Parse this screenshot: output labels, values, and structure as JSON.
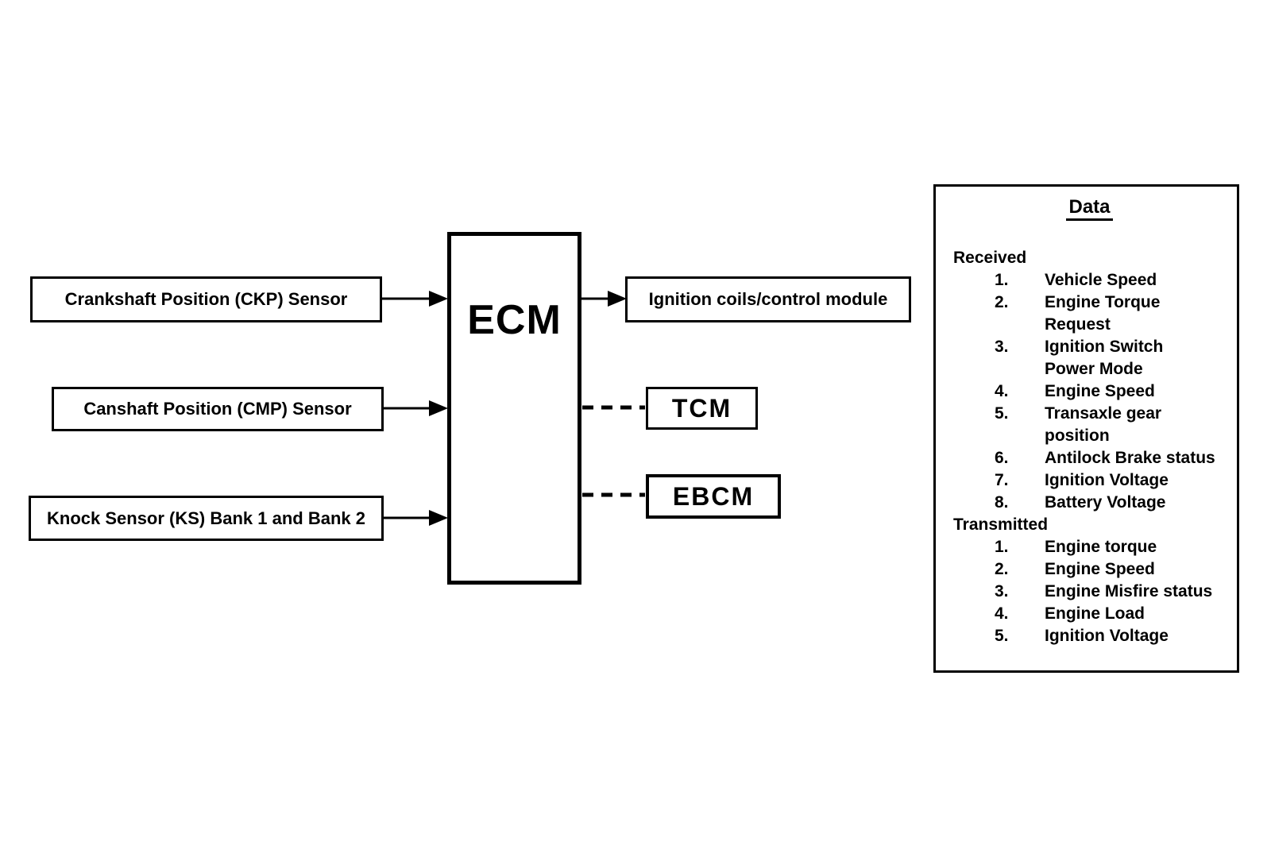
{
  "diagram": {
    "inputs": [
      {
        "label": "Crankshaft Position (CKP) Sensor"
      },
      {
        "label": "Canshaft Position (CMP) Sensor"
      },
      {
        "label": "Knock Sensor (KS) Bank 1 and Bank 2"
      }
    ],
    "ecm_label": "ECM",
    "outputs": [
      {
        "label": "Ignition coils/control module",
        "link_style": "solid-arrow"
      },
      {
        "label": "TCM",
        "link_style": "dashed"
      },
      {
        "label": "EBCM",
        "link_style": "dashed"
      }
    ]
  },
  "data_panel": {
    "title": "Data",
    "received_header": "Received",
    "received": [
      {
        "num": "1.",
        "line1": "Vehicle Speed"
      },
      {
        "num": "2.",
        "line1": "Engine Torque",
        "line2": "Request"
      },
      {
        "num": "3.",
        "line1": "Ignition Switch",
        "line2": "Power Mode"
      },
      {
        "num": "4.",
        "line1": "Engine Speed"
      },
      {
        "num": "5.",
        "line1": "Transaxle gear",
        "line2": "position"
      },
      {
        "num": "6.",
        "line1": "Antilock Brake status"
      },
      {
        "num": "7.",
        "line1": "Ignition Voltage"
      },
      {
        "num": "8.",
        "line1": "Battery Voltage"
      }
    ],
    "transmitted_header": "Transmitted",
    "transmitted": [
      {
        "num": "1.",
        "line1": "Engine torque"
      },
      {
        "num": "2.",
        "line1": "Engine Speed"
      },
      {
        "num": "3.",
        "line1": "Engine Misfire status"
      },
      {
        "num": "4.",
        "line1": "Engine Load"
      },
      {
        "num": "5.",
        "line1": "Ignition Voltage"
      }
    ]
  },
  "colors": {
    "ink": "#000000",
    "background": "#ffffff"
  }
}
